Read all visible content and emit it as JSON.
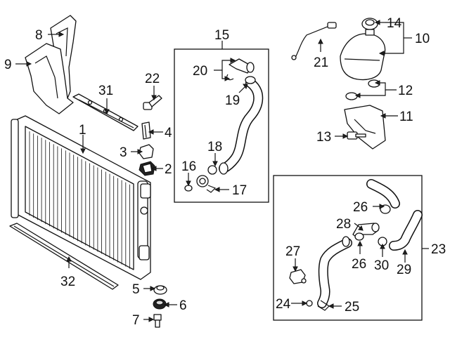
{
  "callouts": {
    "c1": "1",
    "c2": "2",
    "c3": "3",
    "c4": "4",
    "c5": "5",
    "c6": "6",
    "c7": "7",
    "c8": "8",
    "c9": "9",
    "c10": "10",
    "c11": "11",
    "c12": "12",
    "c13": "13",
    "c14": "14",
    "c15": "15",
    "c16": "16",
    "c17": "17",
    "c18": "18",
    "c19": "19",
    "c20": "20",
    "c21": "21",
    "c22": "22",
    "c23": "23",
    "c24": "24",
    "c25": "25",
    "c26a": "26",
    "c26b": "26",
    "c27": "27",
    "c28": "28",
    "c29": "29",
    "c30": "30",
    "c31": "31",
    "c32": "32"
  }
}
